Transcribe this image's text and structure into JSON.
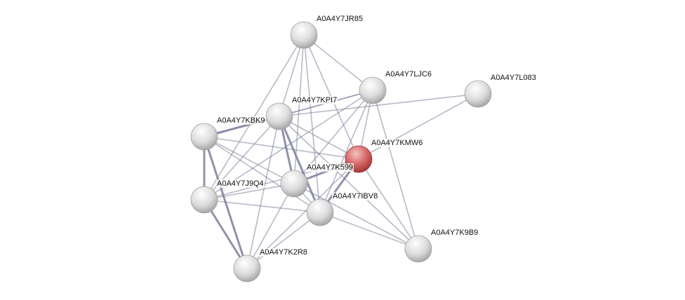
{
  "network": {
    "nodes": [
      {
        "id": "A0A4Y7JR85",
        "label": "A0A4Y7JR85"
      },
      {
        "id": "A0A4Y7LJC6",
        "label": "A0A4Y7LJC6"
      },
      {
        "id": "A0A4Y7L083",
        "label": "A0A4Y7L083"
      },
      {
        "id": "A0A4Y7KPI7",
        "label": "A0A4Y7KPI7"
      },
      {
        "id": "A0A4Y7KBK9",
        "label": "A0A4Y7KBK9"
      },
      {
        "id": "A0A4Y7KMW6",
        "label": "A0A4Y7KMW6",
        "query": true
      },
      {
        "id": "A0A4Y7K599",
        "label": "A0A4Y7K599"
      },
      {
        "id": "A0A4Y7J9Q4",
        "label": "A0A4Y7J9Q4"
      },
      {
        "id": "A0A4Y7IBV8",
        "label": "A0A4Y7IBV8"
      },
      {
        "id": "A0A4Y7K9B9",
        "label": "A0A4Y7K9B9"
      },
      {
        "id": "A0A4Y7K2R8",
        "label": "A0A4Y7K2R8"
      }
    ],
    "edges": [
      [
        "A0A4Y7JR85",
        "A0A4Y7KPI7"
      ],
      [
        "A0A4Y7JR85",
        "A0A4Y7LJC6"
      ],
      [
        "A0A4Y7JR85",
        "A0A4Y7KMW6"
      ],
      [
        "A0A4Y7JR85",
        "A0A4Y7K599"
      ],
      [
        "A0A4Y7JR85",
        "A0A4Y7IBV8"
      ],
      [
        "A0A4Y7JR85",
        "A0A4Y7J9Q4"
      ],
      [
        "A0A4Y7LJC6",
        "A0A4Y7KPI7"
      ],
      [
        "A0A4Y7LJC6",
        "A0A4Y7KMW6"
      ],
      [
        "A0A4Y7LJC6",
        "A0A4Y7K599"
      ],
      [
        "A0A4Y7LJC6",
        "A0A4Y7IBV8"
      ],
      [
        "A0A4Y7LJC6",
        "A0A4Y7K9B9"
      ],
      [
        "A0A4Y7LJC6",
        "A0A4Y7J9Q4"
      ],
      [
        "A0A4Y7LJC6",
        "A0A4Y7KBK9"
      ],
      [
        "A0A4Y7L083",
        "A0A4Y7KPI7"
      ],
      [
        "A0A4Y7L083",
        "A0A4Y7KMW6"
      ],
      [
        "A0A4Y7KMW6",
        "A0A4Y7KPI7"
      ],
      [
        "A0A4Y7KMW6",
        "A0A4Y7KBK9"
      ],
      [
        "A0A4Y7KMW6",
        "A0A4Y7K599"
      ],
      [
        "A0A4Y7KMW6",
        "A0A4Y7IBV8"
      ],
      [
        "A0A4Y7KMW6",
        "A0A4Y7J9Q4"
      ],
      [
        "A0A4Y7KMW6",
        "A0A4Y7K2R8"
      ],
      [
        "A0A4Y7KMW6",
        "A0A4Y7K9B9"
      ],
      [
        "A0A4Y7KPI7",
        "A0A4Y7KBK9"
      ],
      [
        "A0A4Y7KPI7",
        "A0A4Y7K599"
      ],
      [
        "A0A4Y7KPI7",
        "A0A4Y7IBV8"
      ],
      [
        "A0A4Y7KPI7",
        "A0A4Y7J9Q4"
      ],
      [
        "A0A4Y7KPI7",
        "A0A4Y7K2R8"
      ],
      [
        "A0A4Y7KPI7",
        "A0A4Y7K9B9"
      ],
      [
        "A0A4Y7KBK9",
        "A0A4Y7K599"
      ],
      [
        "A0A4Y7KBK9",
        "A0A4Y7IBV8"
      ],
      [
        "A0A4Y7KBK9",
        "A0A4Y7J9Q4"
      ],
      [
        "A0A4Y7KBK9",
        "A0A4Y7K2R8"
      ],
      [
        "A0A4Y7K599",
        "A0A4Y7J9Q4"
      ],
      [
        "A0A4Y7K599",
        "A0A4Y7IBV8"
      ],
      [
        "A0A4Y7K599",
        "A0A4Y7K2R8"
      ],
      [
        "A0A4Y7K599",
        "A0A4Y7K9B9"
      ],
      [
        "A0A4Y7J9Q4",
        "A0A4Y7IBV8"
      ],
      [
        "A0A4Y7J9Q4",
        "A0A4Y7K2R8"
      ],
      [
        "A0A4Y7IBV8",
        "A0A4Y7K2R8"
      ],
      [
        "A0A4Y7IBV8",
        "A0A4Y7K9B9"
      ]
    ],
    "colors": {
      "node": "#e6e6e6",
      "query_node": "#d86a6a",
      "edge": "#7c7f9c"
    }
  }
}
